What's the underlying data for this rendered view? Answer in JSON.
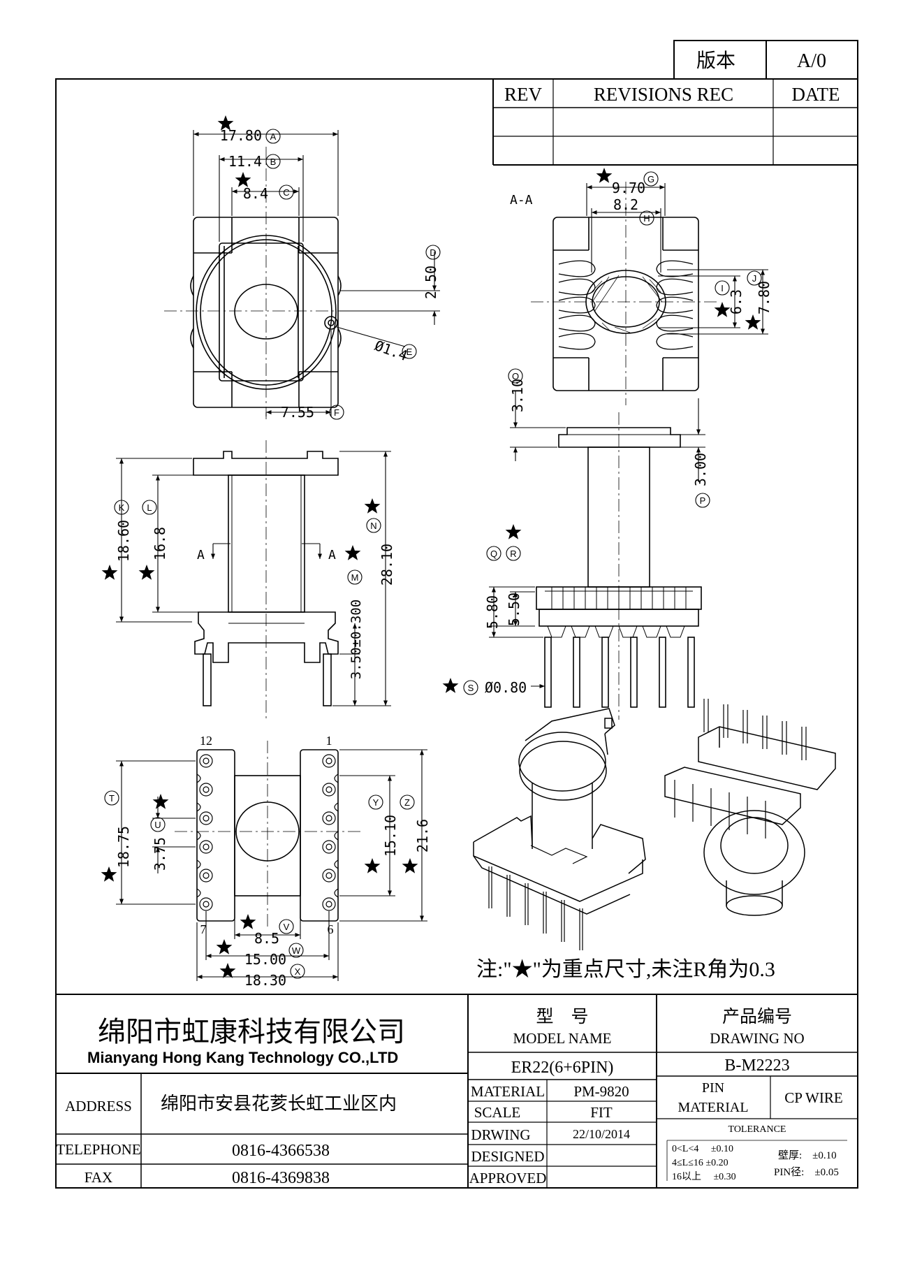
{
  "version_box": {
    "label": "版本",
    "value": "A/0"
  },
  "revisions": {
    "rev": "REV",
    "rec": "REVISIONS REC",
    "date": "DATE"
  },
  "top_view": {
    "dims": {
      "a": "17.80",
      "b": "11.4",
      "c": "8.4",
      "d": "2.50",
      "e": "Ø1.4",
      "f": "7.55"
    },
    "circles": {
      "a": "A",
      "b": "B",
      "c": "C",
      "d": "D",
      "e": "E",
      "f": "F"
    }
  },
  "section_view": {
    "label": "A-A",
    "dims": {
      "g": "9.70",
      "h": "8.2",
      "i": "6.3",
      "j": "7.80"
    },
    "circles": {
      "g": "G",
      "h": "H",
      "i": "I",
      "j": "J"
    }
  },
  "front_view": {
    "dims": {
      "k": "18.60",
      "l": "16.8",
      "m": "3.50±0.300",
      "n": "28.10"
    },
    "circles": {
      "k": "K",
      "l": "L",
      "m": "M",
      "n": "N"
    },
    "section_marks": [
      "A",
      "A"
    ]
  },
  "side_view": {
    "dims": {
      "o": "3.10",
      "p": "3.00",
      "q": "5.80",
      "r": "5.50",
      "s": "Ø0.80"
    },
    "circles": {
      "o": "O",
      "p": "P",
      "q": "Q",
      "r": "R",
      "s": "S"
    }
  },
  "bottom_view": {
    "dims": {
      "t": "18.75",
      "u": "3.75",
      "v": "8.5",
      "w": "15.00",
      "x": "18.30",
      "y": "15.10",
      "z": "21.6"
    },
    "circles": {
      "t": "T",
      "u": "U",
      "v": "V",
      "w": "W",
      "x": "X",
      "y": "Y",
      "z": "Z"
    },
    "pins": {
      "p12": "12",
      "p1": "1",
      "p7": "7",
      "p6": "6"
    }
  },
  "note": "注:\"★\"为重点尺寸,未注R角为0.3",
  "title_block": {
    "company_cn": "绵阳市虹康科技有限公司",
    "company_en": "Mianyang Hong Kang Technology CO.,LTD",
    "address_label": "ADDRESS",
    "address_value": "绵阳市安县花荄长虹工业区内",
    "telephone_label": "TELEPHONE",
    "telephone_value": "0816-4366538",
    "fax_label": "FAX",
    "fax_value": "0816-4369838",
    "model_cn": "型　号",
    "model_en": "MODEL NAME",
    "model_value": "ER22(6+6PIN)",
    "drawing_cn": "产品编号",
    "drawing_en": "DRAWING NO",
    "drawing_value": "B-M2223",
    "material_label": "MATERIAL",
    "material_value": "PM-9820",
    "pin_material_label_1": "PIN",
    "pin_material_label_2": "MATERIAL",
    "pin_material_value": "CP WIRE",
    "scale_label": "SCALE",
    "scale_value": "FIT",
    "drwing_label": "DRWING",
    "drwing_value": "22/10/2014",
    "designed_label": "DESIGNED",
    "approved_label": "APPROVED",
    "tolerance_label": "TOLERANCE",
    "tol_1": "0<L<4　 ±0.10",
    "tol_2": "4≤L≤16 ±0.20",
    "tol_3": "16以上　 ±0.30",
    "wall_label": "壁厚:　±0.10",
    "pin_dia_label": "PIN径:　±0.05"
  }
}
